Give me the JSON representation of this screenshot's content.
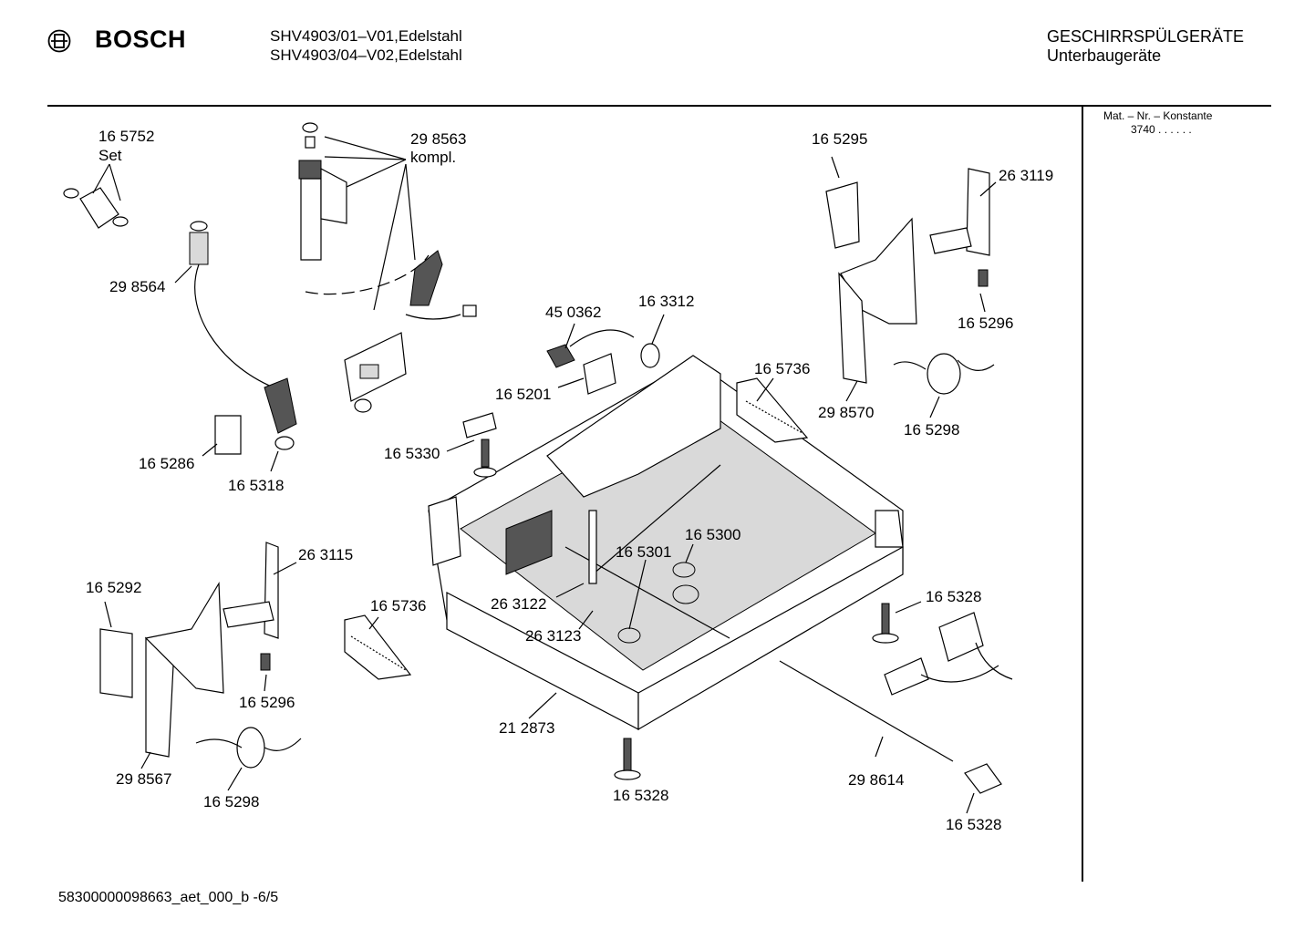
{
  "header": {
    "brand": "BOSCH",
    "models": [
      "SHV4903/01–V01,Edelstahl",
      "SHV4903/04–V02,Edelstahl"
    ],
    "category": [
      "GESCHIRRSPÜLGERÄTE",
      "Unterbaugeräte"
    ]
  },
  "side_panel": {
    "title": "Mat. – Nr. – Konstante",
    "value": "3740 .  .  .  .  .  ."
  },
  "footer": "58300000098663_aet_000_b  -6/5",
  "part_labels": {
    "l1": "16 5752",
    "l2": "Set",
    "l3": "29 8563",
    "l4": "kompl.",
    "l5": "29 8564",
    "l6": "16 5286",
    "l7": "16 5318",
    "l8": "45 0362",
    "l9": "16 3312",
    "l10": "16 5201",
    "l11": "16 5330",
    "l12": "16 5295",
    "l13": "26 3119",
    "l14": "16 5296",
    "l15": "16 5736",
    "l16": "29 8570",
    "l17": "16 5298",
    "l18": "26 3115",
    "l19": "16 5292",
    "l20": "16 5736",
    "l21": "16 5300",
    "l22": "16 5301",
    "l23": "26 3122",
    "l24": "26 3123",
    "l25": "16 5328",
    "l26": "16 5296",
    "l27": "29 8567",
    "l28": "16 5298",
    "l29": "21 2873",
    "l30": "16 5328",
    "l31": "29 8614",
    "l32": "16 5328"
  }
}
